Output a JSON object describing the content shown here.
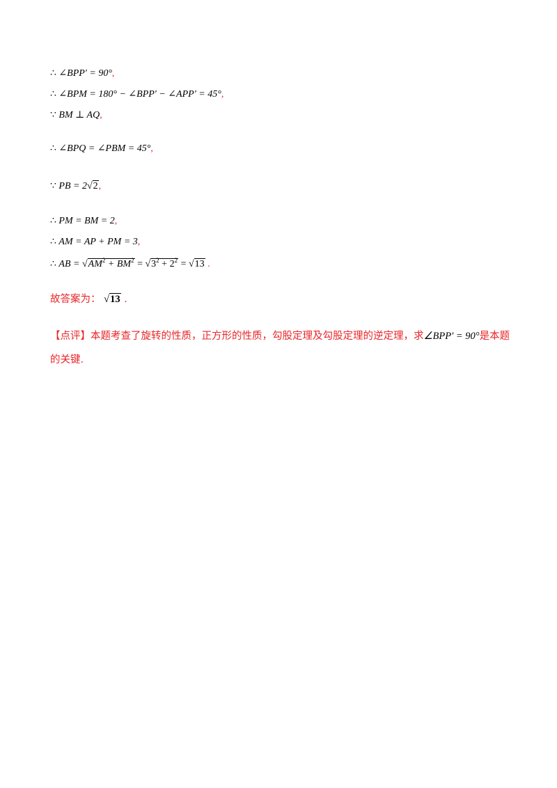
{
  "steps": [
    {
      "prefix": "∴",
      "expr": "∠BPP′ = 90°",
      "punct": ","
    },
    {
      "prefix": "∴",
      "expr": "∠BPM = 180° − ∠BPP′ − ∠APP′ = 45°",
      "punct": ","
    },
    {
      "prefix": "∵",
      "expr": "BM ⊥ AQ",
      "punct": ","
    },
    {
      "prefix": "∴",
      "expr": "∠BPQ = ∠PBM = 45°",
      "punct": ","
    },
    {
      "prefix": "∵",
      "expr_left": "PB = 2",
      "expr_sqrt": "2",
      "punct": ","
    },
    {
      "prefix": "∴",
      "expr": "PM = BM = 2",
      "punct": ","
    },
    {
      "prefix": "∴",
      "expr": "AM = AP + PM = 3",
      "punct": ","
    },
    {
      "prefix": "∴",
      "expr_left": "AB =",
      "sqrt1_a": "AM",
      "sqrt1_b": "BM",
      "sqrt2_a": "3",
      "sqrt2_b": "2",
      "sqrt3": "13",
      "punct": "."
    }
  ],
  "answer": {
    "label": "故答案为：",
    "value": "13",
    "punct": "."
  },
  "note": {
    "tag": "【点评】",
    "text_before": "本题考查了旋转的性质，正方形的性质，勾股定理及勾股定理的逆定理，求",
    "expr": "∠BPP′ = 90°",
    "text_after": "是本题的关键."
  }
}
